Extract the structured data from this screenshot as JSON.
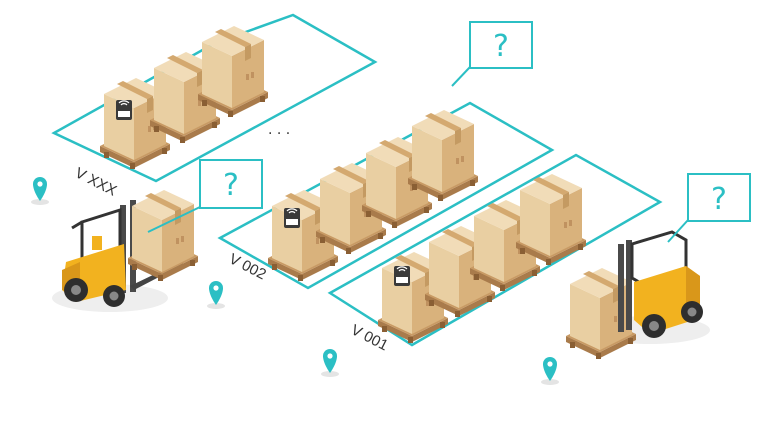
{
  "zones": [
    {
      "label": "V XXX"
    },
    {
      "label": "V 002"
    },
    {
      "label": "V 001"
    }
  ],
  "ellipsis": "· · ·",
  "callouts": [
    {
      "text": "?"
    },
    {
      "text": "?"
    },
    {
      "text": "?"
    }
  ],
  "tag_text": "RFID",
  "colors": {
    "zone_outline": "#2bbfc4",
    "box": "#e6c79a",
    "pallet": "#b58a5a",
    "forklift": "#f2b21f",
    "pin": "#2bbfc4"
  },
  "icons": [
    "forklift-icon",
    "location-pin-icon",
    "rfid-tag-icon",
    "question-callout-icon"
  ]
}
